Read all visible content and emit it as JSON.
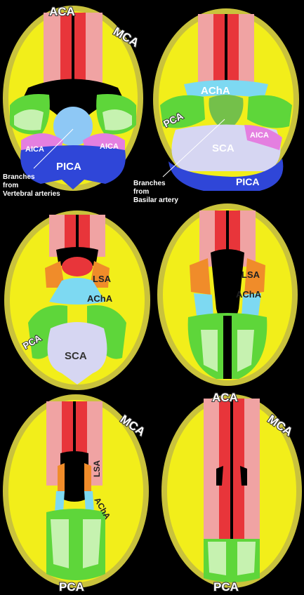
{
  "labels": {
    "aca": "ACA",
    "mca": "MCA",
    "pca": "PCA",
    "aica": "AICA",
    "pica": "PICA",
    "acha": "AChA",
    "sca": "SCA",
    "lsa": "LSA"
  },
  "notes": {
    "vertebral_line1": "Branches",
    "vertebral_line2": "from",
    "vertebral_line3": "Vertebral arteries",
    "basilar_line1": "Branches",
    "basilar_line2": "from",
    "basilar_line3": "Basilar artery"
  },
  "colors": {
    "aca": "#e8353a",
    "aca_light": "#f0a3a3",
    "mca": "#f2ee1a",
    "pca": "#5ed63a",
    "pca_light": "#c6f2b0",
    "acha": "#7dd9f2",
    "lsa": "#f08c2a",
    "aica": "#e47fe0",
    "pica": "#2f46d8",
    "sca": "#d6d6f2",
    "vertebral": "#8ec8f5",
    "basilar": "#74c04a",
    "cortex": "#b8b04a"
  }
}
